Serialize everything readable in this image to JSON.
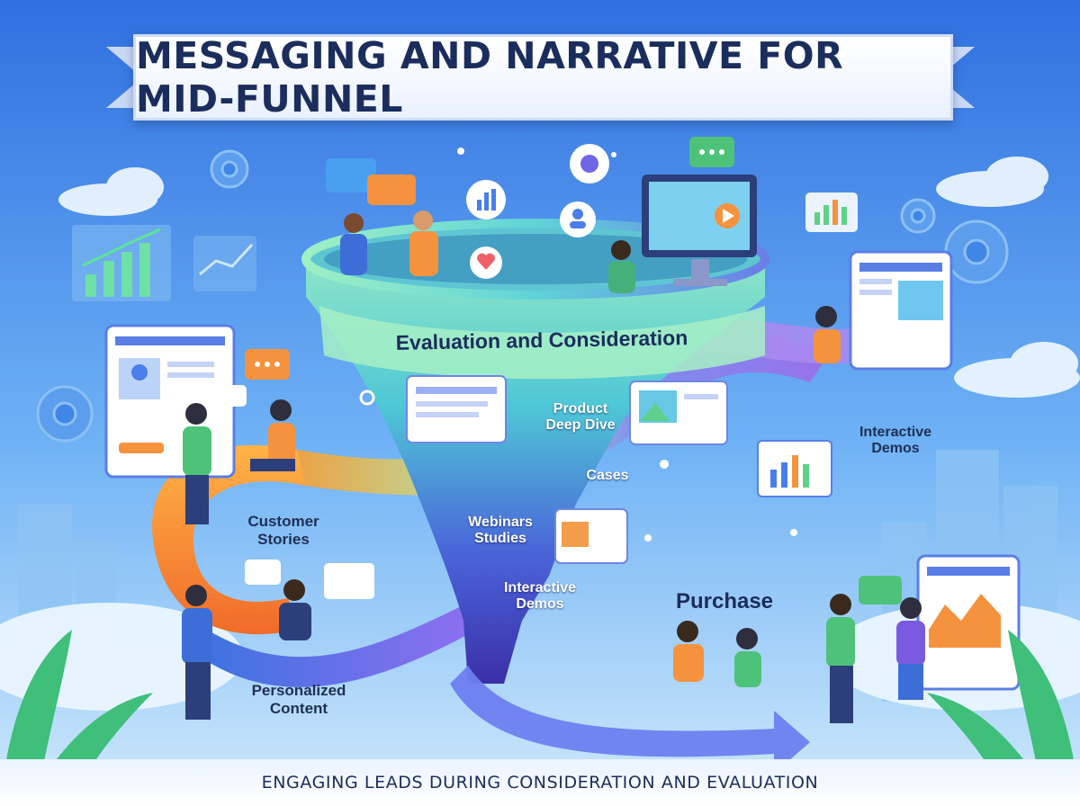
{
  "title": "MESSAGING AND NARRATIVE FOR MID-FUNNEL",
  "subtitle": "ENGAGING LEADS DURING CONSIDERATION AND EVALUATION",
  "funnel_label": "Evaluation and Consideration",
  "labels": {
    "product_deep_dive": "Product\nDeep Dive",
    "cases": "Cases",
    "webinars_studies": "Webinars\nStudies",
    "interactive_demos_center": "Interactive\nDemos",
    "interactive_demos_right": "Interactive\nDemos",
    "customer_stories": "Customer\nStories",
    "personalized_content": "Personalized\nContent",
    "purchase": "Purchase"
  },
  "icons": [
    "gear-icon",
    "chat-bubble-icon",
    "bar-chart-icon",
    "user-icon",
    "heart-icon",
    "play-icon",
    "document-icon",
    "image-icon"
  ],
  "colors": {
    "background": "#3f86e6",
    "funnel_top": "#7de0c8",
    "funnel_bottom": "#3b3fb8",
    "ribbon": "#7a5be0",
    "title_text": "#1b2d5c",
    "accent_orange": "#f5923e",
    "chat_green": "#4fc27a"
  }
}
